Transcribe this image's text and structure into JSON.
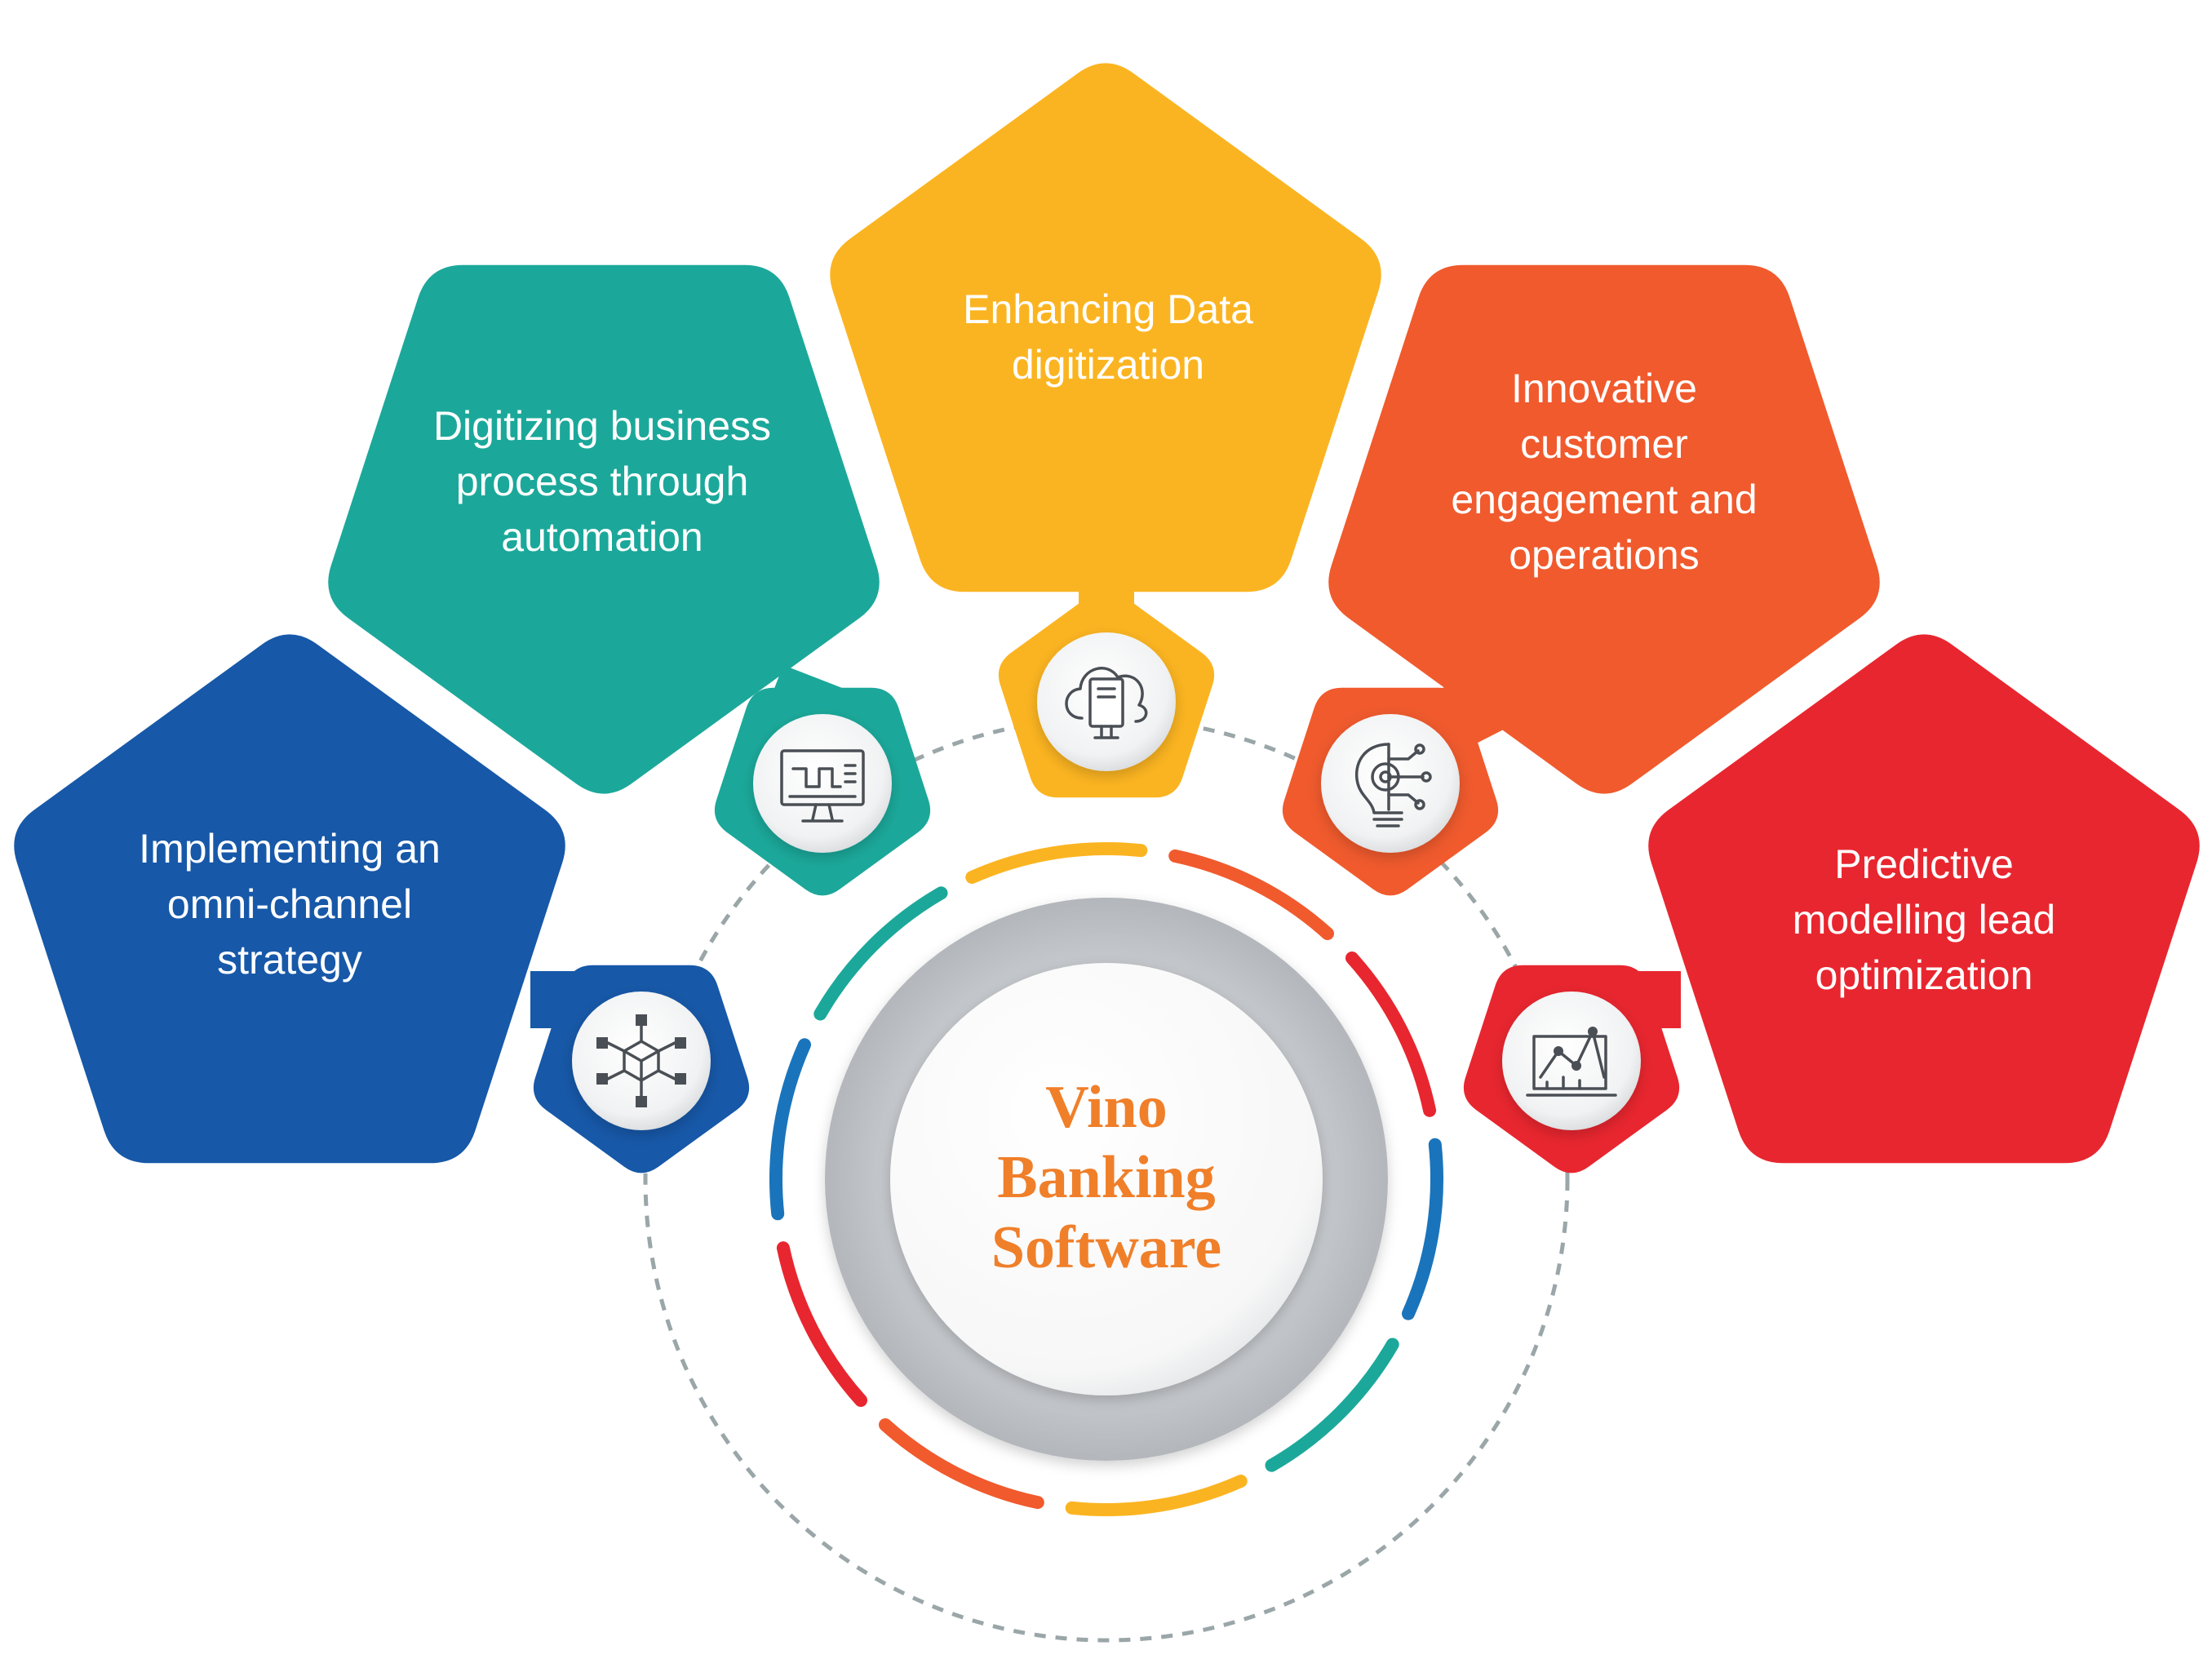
{
  "center": {
    "title": "Vino\nBanking\nSoftware",
    "color": "#f07f2a"
  },
  "items": [
    {
      "label": "Implementing an\nomni-channel\nstrategy",
      "color": "#1758a8",
      "icon": "network-cube-icon"
    },
    {
      "label": "Digitizing business\nprocess through\nautomation",
      "color": "#1ba89a",
      "icon": "monitor-workflow-icon"
    },
    {
      "label": "Enhancing Data\ndigitization",
      "color": "#fbb421",
      "icon": "cloud-document-icon"
    },
    {
      "label": "Innovative\ncustomer\nengagement and\noperations",
      "color": "#f05a2d",
      "icon": "bulb-gear-icon"
    },
    {
      "label": "Predictive\nmodelling lead\noptimization",
      "color": "#e8262f",
      "icon": "chart-analytics-icon"
    }
  ],
  "ring_colors": [
    "#fbb421",
    "#f05a2d",
    "#e8262f",
    "#1a74bb",
    "#1ba89a",
    "#fbb421",
    "#f05a2d",
    "#e8262f",
    "#1a74bb",
    "#1ba89a"
  ]
}
